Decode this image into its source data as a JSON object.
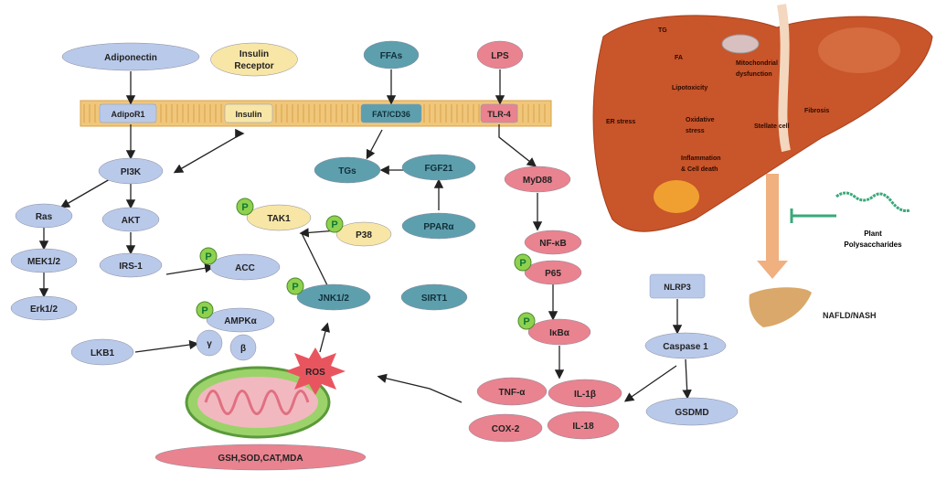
{
  "colors": {
    "blue": "#b9c9ea",
    "yellow": "#f7e6a6",
    "teal": "#5e9fae",
    "pink": "#e9838f",
    "green": "#9bd36a",
    "liver": "#c9552a",
    "membrane": "#f0c77a",
    "arrow": "#222222"
  },
  "nodes": [
    {
      "id": "adiponectin",
      "label": "Adiponectin",
      "color": "blue"
    },
    {
      "id": "insulin-receptor",
      "label": "Insulin",
      "label2": "Receptor",
      "color": "yellow"
    },
    {
      "id": "ffas",
      "label": "FFAs",
      "color": "teal"
    },
    {
      "id": "lps",
      "label": "LPS",
      "color": "pink"
    },
    {
      "id": "adipor1",
      "label": "AdipoR1",
      "color": "blue"
    },
    {
      "id": "insulin",
      "label": "Insulin",
      "color": "yellow"
    },
    {
      "id": "fat-cd36",
      "label": "FAT/CD36",
      "color": "teal"
    },
    {
      "id": "tlr4",
      "label": "TLR-4",
      "color": "pink"
    },
    {
      "id": "pi3k",
      "label": "PI3K",
      "color": "blue"
    },
    {
      "id": "ras",
      "label": "Ras",
      "color": "blue"
    },
    {
      "id": "akt",
      "label": "AKT",
      "color": "blue"
    },
    {
      "id": "mek12",
      "label": "MEK1/2",
      "color": "blue"
    },
    {
      "id": "irs1",
      "label": "IRS-1",
      "color": "blue"
    },
    {
      "id": "erk12",
      "label": "Erk1/2",
      "color": "blue"
    },
    {
      "id": "tgs",
      "label": "TGs",
      "color": "teal"
    },
    {
      "id": "fgf21",
      "label": "FGF21",
      "color": "teal"
    },
    {
      "id": "tak1",
      "label": "TAK1",
      "color": "yellow",
      "p": true
    },
    {
      "id": "p38",
      "label": "P38",
      "color": "yellow",
      "p": true
    },
    {
      "id": "ppara",
      "label": "PPARα",
      "color": "teal"
    },
    {
      "id": "acc",
      "label": "ACC",
      "color": "blue",
      "p": true
    },
    {
      "id": "ampka",
      "label": "AMPKα",
      "color": "blue",
      "p": true
    },
    {
      "id": "gamma",
      "label": "γ",
      "color": "blue"
    },
    {
      "id": "beta",
      "label": "β",
      "color": "blue"
    },
    {
      "id": "lkb1",
      "label": "LKB1",
      "color": "blue"
    },
    {
      "id": "jnk12",
      "label": "JNK1/2",
      "color": "teal",
      "p": true
    },
    {
      "id": "sirt1",
      "label": "SIRT1",
      "color": "teal"
    },
    {
      "id": "myd88",
      "label": "MyD88",
      "color": "pink"
    },
    {
      "id": "nfkb",
      "label": "NF-κB",
      "color": "pink"
    },
    {
      "id": "p65",
      "label": "P65",
      "color": "pink",
      "p": true
    },
    {
      "id": "ikba",
      "label": "IκBα",
      "color": "pink",
      "p": true
    },
    {
      "id": "tnfa",
      "label": "TNF-α",
      "color": "pink"
    },
    {
      "id": "il1b",
      "label": "IL-1β",
      "color": "pink"
    },
    {
      "id": "cox2",
      "label": "COX-2",
      "color": "pink"
    },
    {
      "id": "il18",
      "label": "IL-18",
      "color": "pink"
    },
    {
      "id": "nlrp3",
      "label": "NLRP3",
      "color": "blue"
    },
    {
      "id": "caspase1",
      "label": "Caspase 1",
      "color": "blue"
    },
    {
      "id": "gsdmd",
      "label": "GSDMD",
      "color": "blue"
    },
    {
      "id": "gsh",
      "label": "GSH,SOD,CAT,MDA",
      "color": "pink"
    }
  ],
  "phospho_label": "P",
  "ros_label": "ROS",
  "liver": {
    "labels": [
      "TG",
      "FA",
      "Mitochondrial",
      "dysfunction",
      "Lipotoxicity",
      "ER stress",
      "Oxidative",
      "stress",
      "Stellate cell",
      "Fibrosis",
      "Inflammation",
      "& Cell death"
    ]
  },
  "plant_label": [
    "Plant",
    "Polysaccharides"
  ],
  "disease_label": "NAFLD/NASH"
}
